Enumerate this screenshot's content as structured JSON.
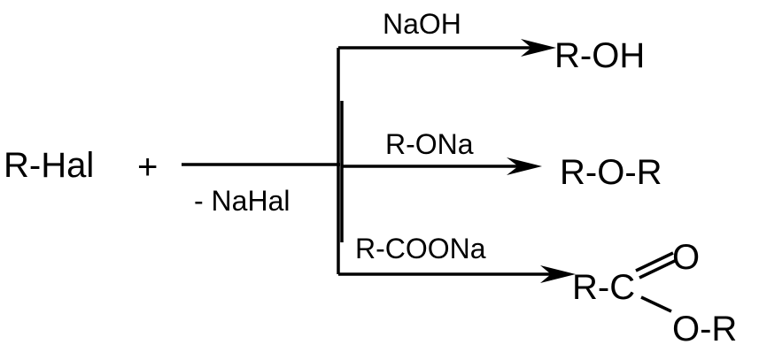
{
  "reactant": "R-Hal",
  "plus": "+",
  "byproduct": "- NaHal",
  "branches": [
    {
      "reagent": "NaOH",
      "product": "R-OH"
    },
    {
      "reagent": "R-ONa",
      "product": "R-O-R"
    },
    {
      "reagent": "R-COONa",
      "product_prefix": "R-C",
      "product_carbonyl_o": "O",
      "product_ether": "O-R"
    }
  ]
}
